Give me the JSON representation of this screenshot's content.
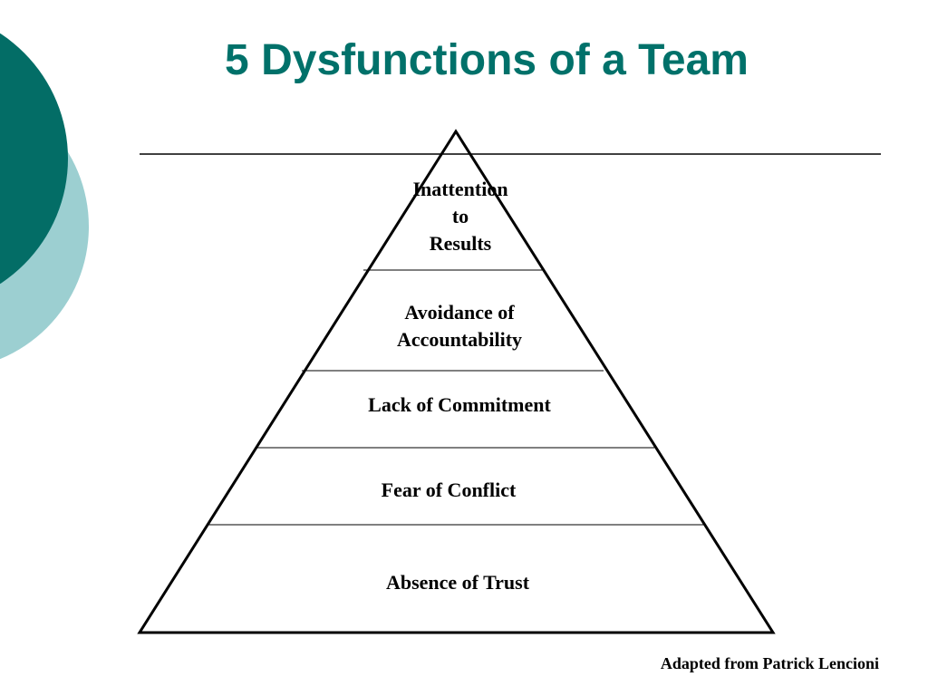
{
  "slide": {
    "title": "5 Dysfunctions of a Team",
    "credit": "Adapted from Patrick Lencioni"
  },
  "colors": {
    "title": "#00716a",
    "circle_dark": "#036d66",
    "circle_light": "#9ccfd1",
    "lines": "#000000"
  },
  "pyramid": {
    "levels_top_to_bottom": [
      {
        "label_lines": [
          "Inattention",
          "to",
          "Results"
        ]
      },
      {
        "label_lines": [
          "Avoidance of",
          "Accountability"
        ]
      },
      {
        "label_lines": [
          "Lack of Commitment"
        ]
      },
      {
        "label_lines": [
          "Fear of Conflict"
        ]
      },
      {
        "label_lines": [
          "Absence of Trust"
        ]
      }
    ]
  }
}
